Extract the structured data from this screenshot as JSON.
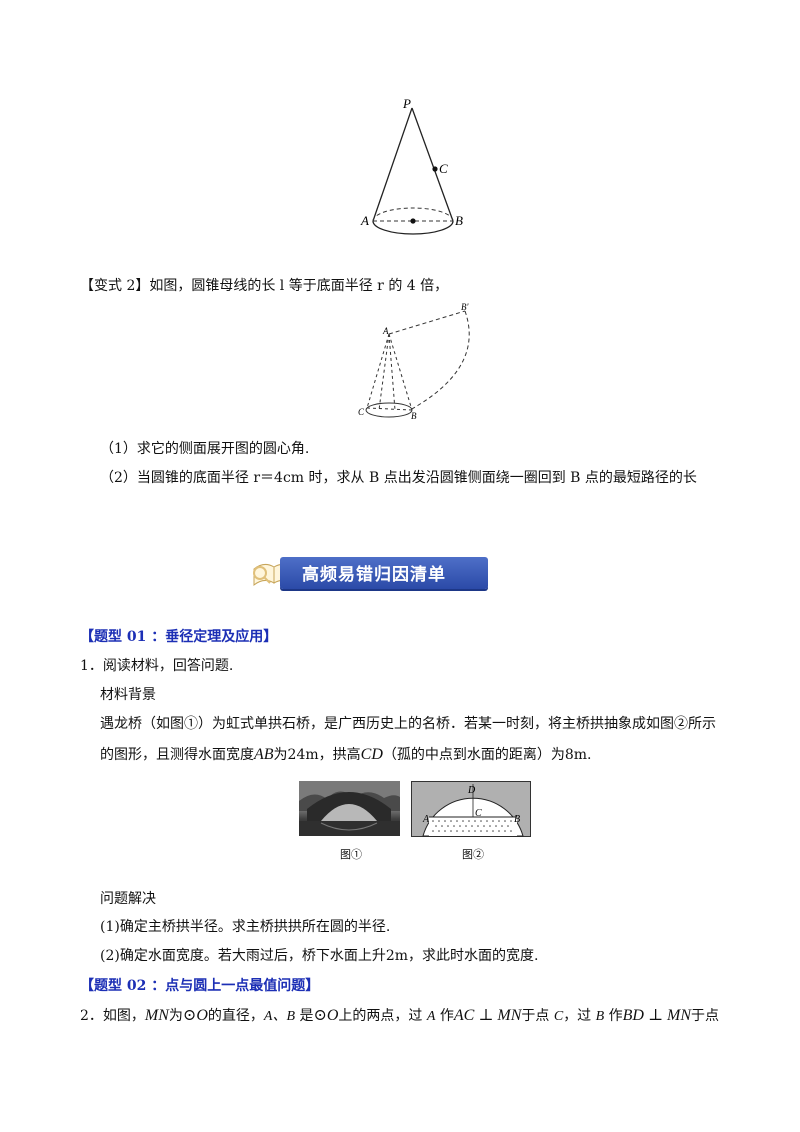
{
  "figures": {
    "cone1": {
      "labels": {
        "p": "P",
        "c": "C",
        "a": "A",
        "b": "B"
      }
    },
    "cone2": {
      "labels": {
        "a": "A",
        "b": "B",
        "b_prime": "B'",
        "c": "C"
      }
    },
    "bridge_photo": {
      "caption": "图①"
    },
    "bridge_diagram": {
      "caption": "图②",
      "labels": {
        "d": "D",
        "c": "C",
        "a": "A",
        "b": "B"
      }
    }
  },
  "variant2": {
    "tag": "【变式 2】",
    "text": "如图，圆锥母线的长 l 等于底面半径 r 的 4 倍，",
    "q1": "（1）求它的侧面展开图的圆心角.",
    "q2": "（2）当圆锥的底面半径 r＝4cm 时，求从 B 点出发沿圆锥侧面绕一圈回到 B 点的最短路径的长"
  },
  "banner": {
    "title": "高频易错归因清单",
    "icon": "open-book-icon"
  },
  "type01": {
    "heading": "【题型 01 ：垂径定理及应用】",
    "q_num": "1．",
    "q_text": "阅读材料，回答问题.",
    "background_title": "材料背景",
    "para1": "遇龙桥（如图①）为虹式单拱石桥，是广西历史上的名桥．若某一时刻，将主桥拱抽象成如图②所示",
    "para2_a": "的图形，且测得水面宽度",
    "para2_ab": "AB",
    "para2_b": "为24m，拱高",
    "para2_cd": "CD",
    "para2_c": "（孤的中点到水面的距离）为8m.",
    "solve_title": "问题解决",
    "s1": "(1)确定主桥拱半径。求主桥拱拱所在圆的半径.",
    "s2": "(2)确定水面宽度。若大雨过后，桥下水面上升2m，求此时水面的宽度."
  },
  "type02": {
    "heading": "【题型 02 ：点与圆上一点最值问题】",
    "q_num": "2．",
    "t1": "如图，",
    "mn1": "MN",
    "t2": "为",
    "o1": "⊙O",
    "t3": "的直径，",
    "ab": "A、B",
    "t4": " 是",
    "o2": "⊙O",
    "t5": "上的两点，过 ",
    "a": "A",
    "t6": " 作",
    "ac_mn": "AC ⊥ MN",
    "t7": "于点 ",
    "c": "C",
    "t8": "，过 ",
    "b": "B",
    "t9": " 作",
    "bd_mn": "BD ⊥ MN",
    "t10": "于点"
  }
}
